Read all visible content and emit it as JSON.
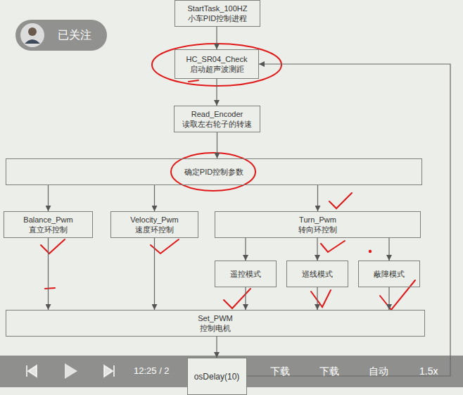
{
  "diagram": {
    "nodes": [
      {
        "text": [
          "StartTask_100HZ",
          "小车PID控制进程"
        ]
      },
      {
        "text": [
          "HC_SR04_Check",
          "启动超声波测距"
        ]
      },
      {
        "text": [
          "Read_Encoder",
          "读取左右轮子的转速"
        ]
      },
      {
        "text": [
          "确定PID控制参数"
        ]
      },
      {
        "text": [
          "Balance_Pwm",
          "直立环控制"
        ]
      },
      {
        "text": [
          "Velocity_Pwm",
          "速度环控制"
        ]
      },
      {
        "text": [
          "Turn_Pwm",
          "转向环控制"
        ]
      },
      {
        "text": [
          "遥控模式"
        ]
      },
      {
        "text": [
          "巡线模式"
        ]
      },
      {
        "text": [
          "蔽障模式"
        ]
      },
      {
        "text": [
          "Set_PWM",
          "控制电机"
        ]
      },
      {
        "text": [
          "osDelay(10)"
        ]
      }
    ],
    "edges": [
      {
        "from": 0,
        "to": 1,
        "arrow": "to"
      },
      {
        "from": 1,
        "to": 2,
        "arrow": "to"
      },
      {
        "from": 2,
        "to": 3,
        "arrow": "to"
      },
      {
        "from": 3,
        "to": 4,
        "arrow": "to"
      },
      {
        "from": 3,
        "to": 5,
        "arrow": "to"
      },
      {
        "from": 3,
        "to": 6,
        "arrow": "to"
      },
      {
        "from": 6,
        "to": 7,
        "arrow": "to"
      },
      {
        "from": 6,
        "to": 8,
        "arrow": "to"
      },
      {
        "from": 6,
        "to": 9,
        "arrow": "to"
      },
      {
        "from": 4,
        "to": 10,
        "arrow": "to"
      },
      {
        "from": 5,
        "to": 10,
        "arrow": "to"
      },
      {
        "from": 7,
        "to": 10,
        "arrow": "to"
      },
      {
        "from": 8,
        "to": 10,
        "arrow": "to"
      },
      {
        "from": 9,
        "to": 10,
        "arrow": "to"
      },
      {
        "from": 10,
        "to": 11,
        "arrow": "to"
      },
      {
        "from": 11,
        "to": 1,
        "arrow": "to"
      }
    ],
    "labels": [
      "已关注",
      "12:25 / 2",
      "下载",
      "下载",
      "自动",
      "1.5x"
    ]
  }
}
